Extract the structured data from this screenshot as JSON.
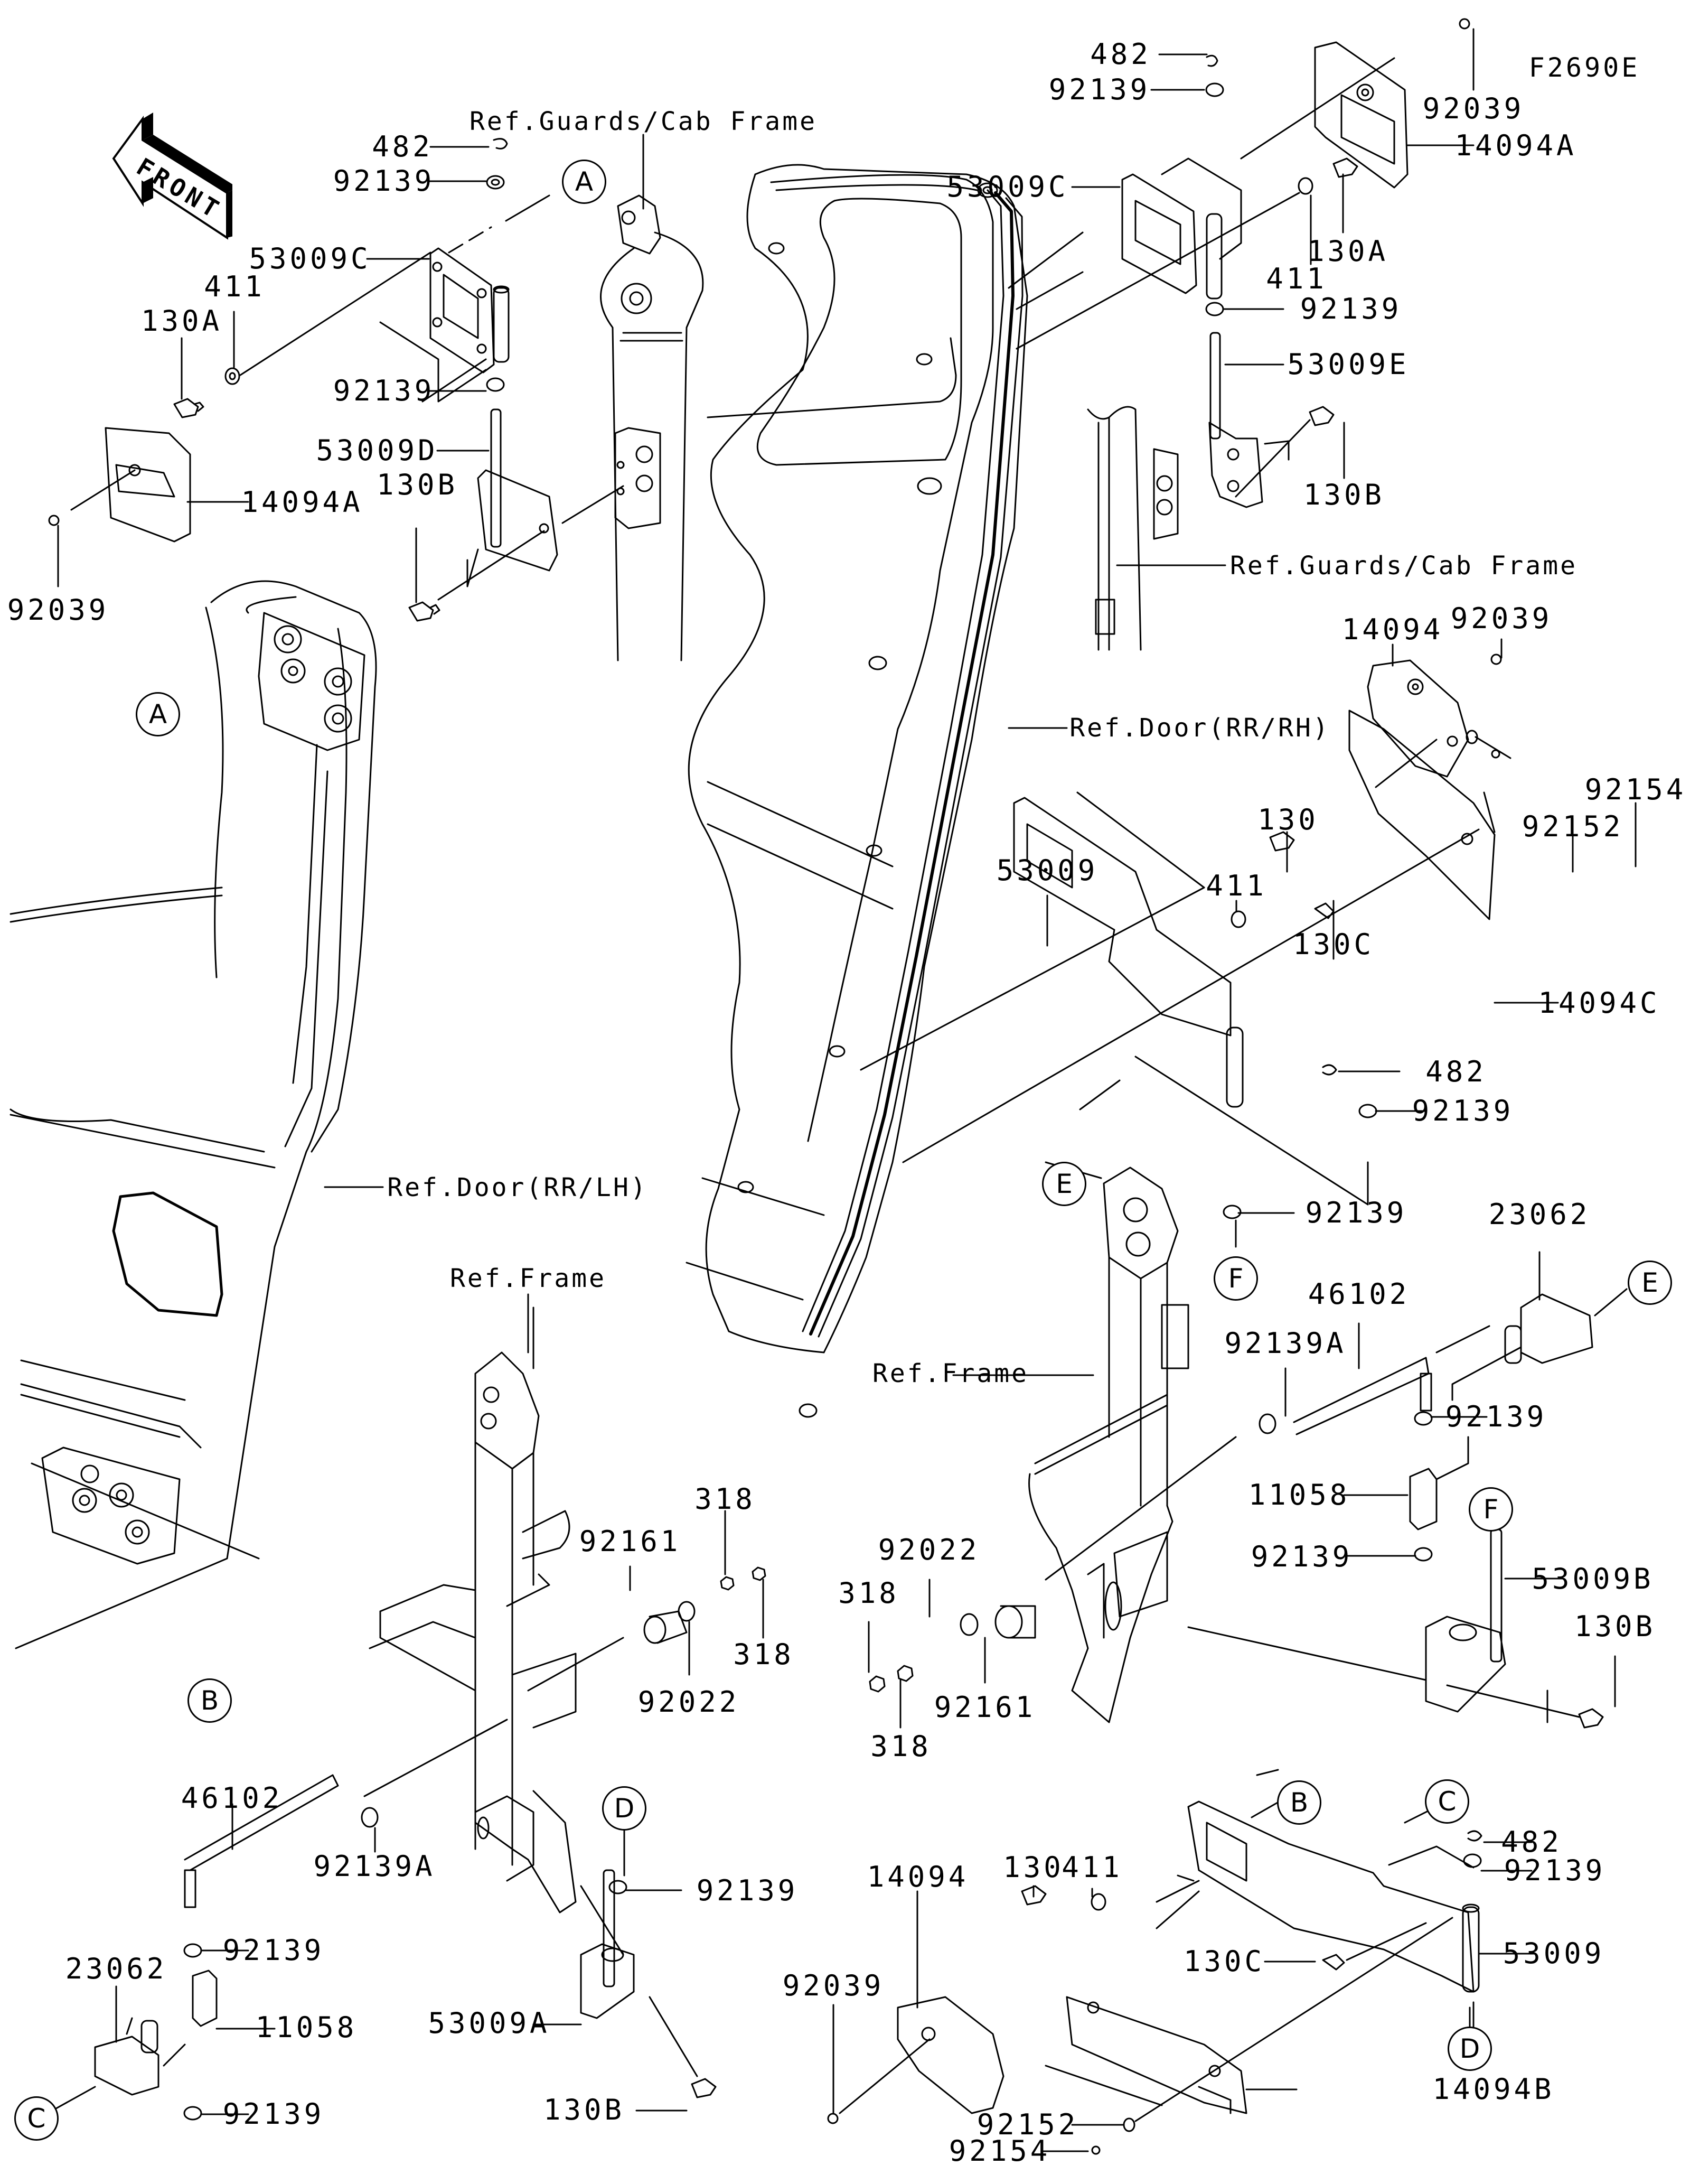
{
  "diagram": {
    "title": "Rear Door Hinge Assembly Parts Diagram",
    "figure_code": "F2690E",
    "front_indicator": "FRONT",
    "references": {
      "guards_cab_frame_left": "Ref.Guards/Cab Frame",
      "guards_cab_frame_right": "Ref.Guards/Cab Frame",
      "door_rr_lh": "Ref.Door(RR/LH)",
      "door_rr_rh": "Ref.Door(RR/RH)",
      "frame_left": "Ref.Frame",
      "frame_right": "Ref.Frame"
    },
    "connectors": {
      "A_top": "A",
      "A_bottom": "A",
      "B_left": "B",
      "B_right": "B",
      "C_left": "C",
      "C_right": "C",
      "D_left": "D",
      "D_right": "D",
      "E_upper": "E",
      "E_right": "E",
      "F_upper": "F",
      "F_right": "F"
    },
    "upper_left_hinge": {
      "p482": "482",
      "p92139_top": "92139",
      "p53009C": "53009C",
      "p411": "411",
      "p130A": "130A",
      "p92139_mid": "92139",
      "p53009D": "53009D",
      "p14094A": "14094A",
      "p130B": "130B",
      "p92039": "92039"
    },
    "upper_right_hinge": {
      "p482": "482",
      "p92139_top": "92139",
      "p92039": "92039",
      "p14094A": "14094A",
      "p53009C": "53009C",
      "p130A": "130A",
      "p411": "411",
      "p92139_mid": "92139",
      "p53009E": "53009E",
      "p130B": "130B"
    },
    "mid_right_hinge": {
      "p14094": "14094",
      "p92039": "92039",
      "p130": "130",
      "p92154": "92154",
      "p92152": "92152",
      "p53009": "53009",
      "p411": "411",
      "p130C": "130C",
      "p14094C": "14094C",
      "p482": "482",
      "p92139_a": "92139",
      "p92139_b": "92139"
    },
    "right_frame": {
      "p23062": "23062",
      "p46102": "46102",
      "p92139A": "92139A",
      "p92139_top": "92139",
      "p11058": "11058",
      "p92139_bottom": "92139",
      "p53009B": "53009B",
      "p130B": "130B",
      "p92022": "92022",
      "p318_a": "318",
      "p318_b": "318",
      "p92161": "92161"
    },
    "left_frame": {
      "p92161": "92161",
      "p318_a": "318",
      "p318_b": "318",
      "p92022": "92022",
      "p46102": "46102",
      "p92139A": "92139A",
      "p92139_d": "92139",
      "p53009A": "53009A",
      "p130B": "130B",
      "p92139_top": "92139",
      "p23062": "23062",
      "p11058": "11058",
      "p92139_bottom": "92139"
    },
    "lower_right_hinge": {
      "p482": "482",
      "p92139": "92139",
      "p411": "411",
      "p130": "130",
      "p14094": "14094",
      "p53009": "53009",
      "p130C": "130C",
      "p14094B": "14094B",
      "p92039": "92039",
      "p92152": "92152",
      "p92154": "92154"
    }
  }
}
